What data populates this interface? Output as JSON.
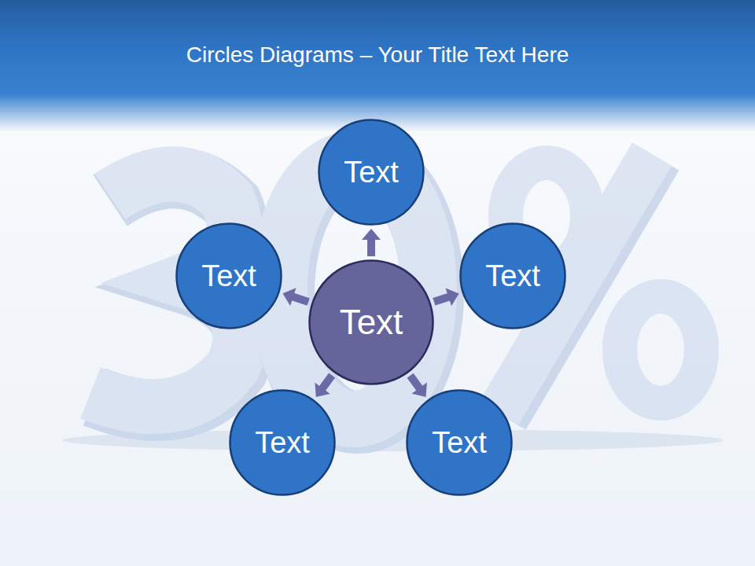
{
  "diagram": {
    "title": "Circles Diagrams – Your Title Text Here",
    "nodes": [
      {
        "text": [
          "Text"
        ]
      },
      {
        "text": [
          "Text"
        ]
      },
      {
        "text": [
          "Text"
        ]
      },
      {
        "text": [
          "Text"
        ]
      },
      {
        "text": [
          "Text"
        ]
      },
      {
        "text": [
          "Text"
        ]
      }
    ],
    "edges": [
      {
        "from": 2,
        "to": 0,
        "arrow": "to"
      },
      {
        "from": 2,
        "to": 1,
        "arrow": "to"
      },
      {
        "from": 2,
        "to": 3,
        "arrow": "to"
      },
      {
        "from": 2,
        "to": 4,
        "arrow": "to"
      },
      {
        "from": 2,
        "to": 5,
        "arrow": "to"
      }
    ]
  }
}
